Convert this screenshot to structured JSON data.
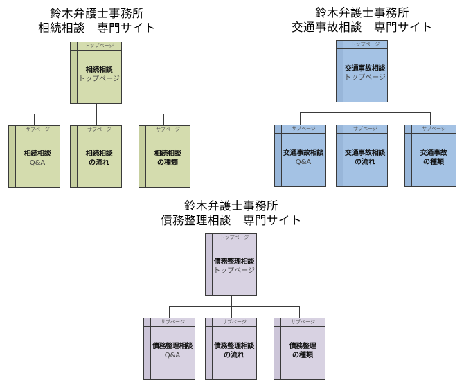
{
  "diagrams": [
    {
      "theme": "green",
      "fill_color": "#d4dcae",
      "title_line1": "鈴木弁護士事務所",
      "title_line2": "相続相談　専門サイト",
      "top": {
        "header": "トップページ",
        "line1": "相続相談",
        "line2": "トップページ"
      },
      "subs": [
        {
          "header": "サブページ",
          "line1": "相続相談",
          "line2": "Q&A"
        },
        {
          "header": "サブページ",
          "line1": "相続相談",
          "line2": "の流れ"
        },
        {
          "header": "サブページ",
          "line1": "相続相談",
          "line2": "の種類"
        }
      ]
    },
    {
      "theme": "blue",
      "fill_color": "#a4c2e4",
      "title_line1": "鈴木弁護士事務所",
      "title_line2": "交通事故相談　専門サイト",
      "top": {
        "header": "トップページ",
        "line1": "交通事故相談",
        "line2": "トップページ"
      },
      "subs": [
        {
          "header": "サブページ",
          "line1": "交通事故相談",
          "line2": "Q&A"
        },
        {
          "header": "サブページ",
          "line1": "交通事故相談",
          "line2": "の流れ"
        },
        {
          "header": "サブページ",
          "line1": "交通事故",
          "line2": "の種類"
        }
      ]
    },
    {
      "theme": "purple",
      "fill_color": "#d8d2e2",
      "title_line1": "鈴木弁護士事務所",
      "title_line2": "債務整理相談　専門サイト",
      "top": {
        "header": "トップページ",
        "line1": "債務整理相談",
        "line2": "トップページ"
      },
      "subs": [
        {
          "header": "サブページ",
          "line1": "債務整理相談",
          "line2": "Q&A"
        },
        {
          "header": "サブページ",
          "line1": "債務整理相談",
          "line2": "の流れ"
        },
        {
          "header": "サブページ",
          "line1": "債務整理",
          "line2": "の種類"
        }
      ]
    }
  ]
}
